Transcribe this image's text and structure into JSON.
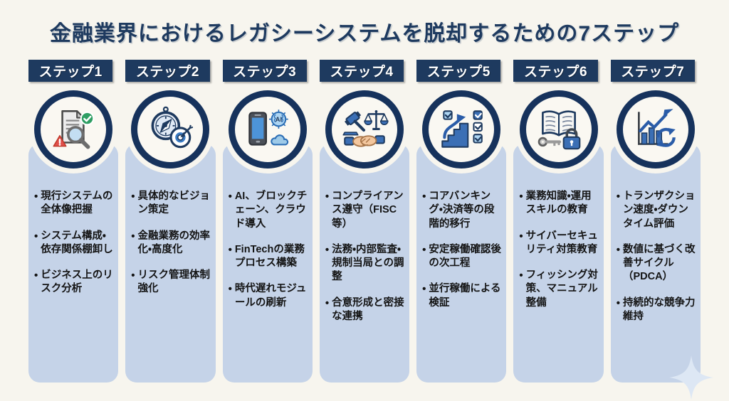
{
  "title": "金融業界におけるレガシーシステムを脱却するための7ステップ",
  "colors": {
    "background": "#f7f5ee",
    "navy": "#1e3a5f",
    "panel_blue": "#c5d3e8",
    "text": "#141414",
    "badge_text": "#ffffff",
    "sparkle": "#dde7f4"
  },
  "decor": {
    "bottom_right": "sparkle-icon"
  },
  "columns": [
    {
      "header": "ステップ1",
      "icon": "document-audit-icon",
      "bullets": [
        "現行システムの全体像把握",
        "システム構成・依存関係棚卸し",
        "ビジネス上のリスク分析"
      ]
    },
    {
      "header": "ステップ2",
      "icon": "compass-target-icon",
      "bullets": [
        "具体的なビジョン策定",
        "金融業務の効率化・高度化",
        "リスク管理体制強化"
      ]
    },
    {
      "header": "ステップ3",
      "icon": "smartphone-ai-cloud-icon",
      "bullets": [
        "AI、ブロックチェーン、クラウド導入",
        "FinTechの業務プロセス構築",
        "時代遅れモジュールの刷新"
      ]
    },
    {
      "header": "ステップ4",
      "icon": "gavel-scales-handshake-icon",
      "bullets": [
        "コンプライアンス遵守（FISC等）",
        "法務・内部監査・規制当局との調整",
        "合意形成と密接な連携"
      ]
    },
    {
      "header": "ステップ5",
      "icon": "stairs-checklist-icon",
      "bullets": [
        "コアバンキング・決済等の段階的移行",
        "安定稼働確認後の次工程",
        "並行稼働による検証"
      ]
    },
    {
      "header": "ステップ6",
      "icon": "book-key-lock-icon",
      "bullets": [
        "業務知識・運用スキルの教育",
        "サイバーセキュリティ対策教育",
        "フィッシング対策、マニュアル整備"
      ]
    },
    {
      "header": "ステップ7",
      "icon": "chart-improvement-cycle-icon",
      "bullets": [
        "トランザクション速度・ダウンタイム評価",
        "数値に基づく改善サイクル（PDCA）",
        "持続的な競争力維持"
      ]
    }
  ]
}
